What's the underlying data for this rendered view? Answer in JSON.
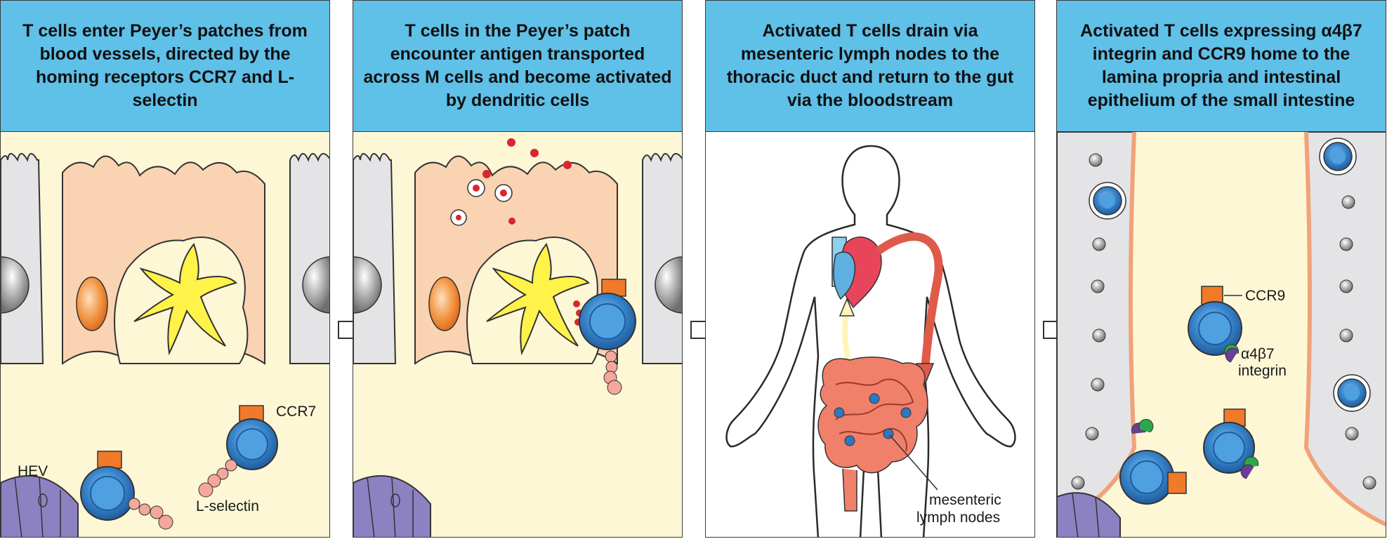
{
  "panels": [
    {
      "header": "T cells enter Peyer’s patches from blood vessels, directed by the homing receptors CCR7 and L-selectin",
      "labels": {
        "ccr7": "CCR7",
        "hev": "HEV",
        "l_selectin": "L-selectin"
      }
    },
    {
      "header": "T cells in the Peyer’s patch encounter antigen transported across M cells and become activated by dendritic cells"
    },
    {
      "header": "Activated T cells drain via mesenteric lymph nodes to the thoracic duct and return to the gut via the bloodstream",
      "labels": {
        "nodes_line1": "mesenteric",
        "nodes_line2": "lymph nodes"
      }
    },
    {
      "header": "Activated T cells expressing α4β7 integrin and CCR9 home to the lamina propria and intestinal epithelium of the small intestine",
      "labels": {
        "ccr9": "CCR9",
        "a4b7": "α4β7",
        "integrin": "integrin"
      }
    }
  ],
  "colors": {
    "header_bg": "#5fc0e8",
    "lumen": "#fdf7d6",
    "m_cell": "#fad3b2",
    "epithelial": "#e4e4e6",
    "dendritic_cell": "#fff34a",
    "t_cell": "#2f77c0",
    "receptor": "#f07a2a",
    "selectin": "#f4a79a",
    "hev": "#8c82c2",
    "antigen": "#d7262e",
    "integrin_green": "#2aa84a",
    "integrin_purple": "#6b3e96"
  }
}
